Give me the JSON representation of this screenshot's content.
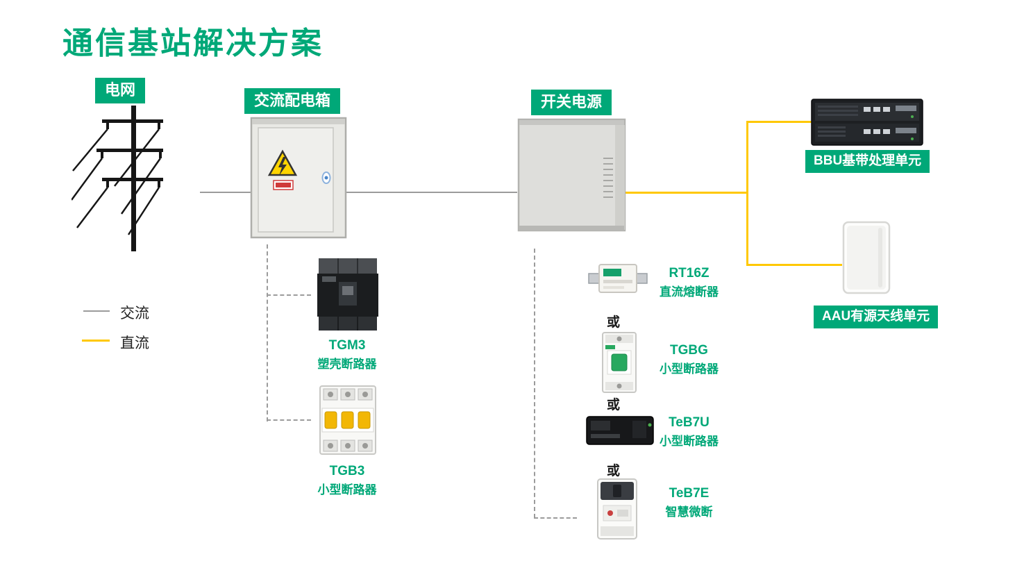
{
  "title": "通信基站解决方案",
  "nodes": {
    "grid_label": "电网",
    "ac_box_label": "交流配电箱",
    "power_label": "开关电源",
    "bbu_label": "BBU基带处理单元",
    "aau_label": "AAU有源天线单元"
  },
  "legend": {
    "ac_label": "交流",
    "dc_label": "直流"
  },
  "connector_or": "或",
  "products": {
    "tgm3": {
      "name": "TGM3",
      "desc": "塑壳断路器"
    },
    "tgb3": {
      "name": "TGB3",
      "desc": "小型断路器"
    },
    "rt16z": {
      "name": "RT16Z",
      "desc": "直流熔断器"
    },
    "tgbg": {
      "name": "TGBG",
      "desc": "小型断路器"
    },
    "teb7u": {
      "name": "TeB7U",
      "desc": "小型断路器"
    },
    "teb7e": {
      "name": "TeB7E",
      "desc": "智慧微断"
    }
  },
  "colors": {
    "accent": "#00A878",
    "dc_line": "#FFC800",
    "ac_line": "#9B9B9B"
  }
}
